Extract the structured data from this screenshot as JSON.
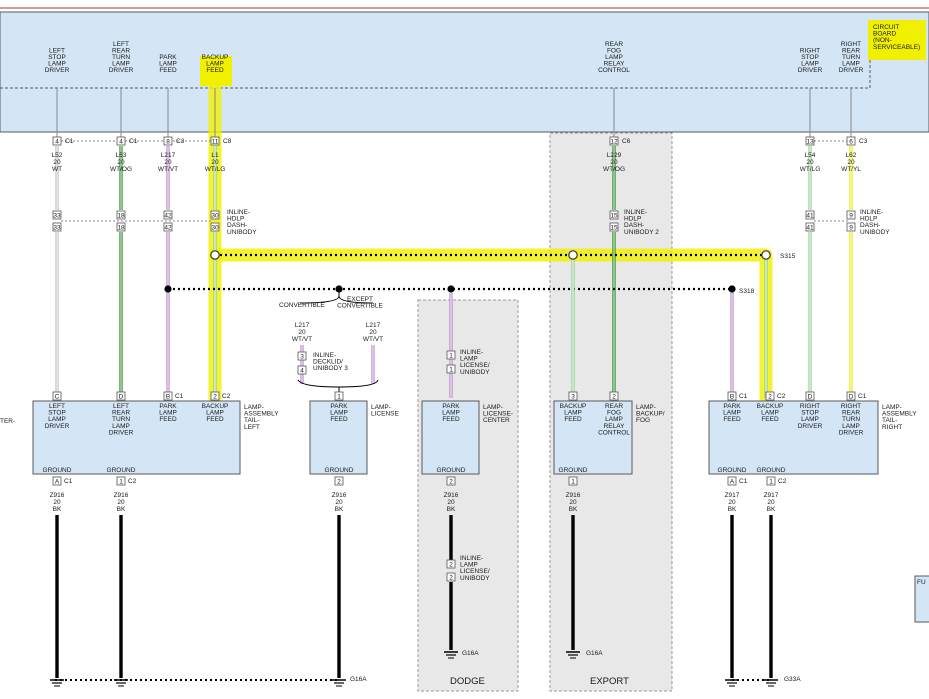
{
  "diagram": {
    "colors": {
      "module": "#d4e6f6",
      "module_border": "#5a5a5a",
      "highlight": "#f0f000",
      "option_region": "#e8e8e8",
      "wire_wt": "#bdbdbd",
      "wire_og": "#1f8a1f",
      "wire_vt": "#b784c8",
      "wire_lg": "#8fd08f",
      "wire_yl": "#e8e800",
      "wire_bk": "#000000"
    },
    "board": {
      "label": [
        "CIRCUIT",
        "BOARD",
        "(NON-",
        "SERVICEABLE)"
      ],
      "pins": [
        {
          "label": [
            "LEFT",
            "STOP",
            "LAMP",
            "DRIVER"
          ],
          "pin": "4",
          "conn": "C1",
          "circuit": [
            "L52",
            "20",
            "WT"
          ],
          "color": "wt",
          "inline1": "33",
          "inline2": "33"
        },
        {
          "label": [
            "LEFT",
            "REAR",
            "TURN",
            "LAMP",
            "DRIVER"
          ],
          "pin": "4",
          "conn": "C1",
          "circuit": [
            "L63",
            "20",
            "WT/OG"
          ],
          "color": "og",
          "inline1": "18",
          "inline2": "18"
        },
        {
          "label": [
            "PARK",
            "LAMP",
            "FEED"
          ],
          "pin": "8",
          "conn": "C3",
          "circuit": [
            "L217",
            "20",
            "WT/VT"
          ],
          "color": "vt",
          "inline1": "42",
          "inline2": "42"
        },
        {
          "label": [
            "BACKUP",
            "LAMP",
            "FEED"
          ],
          "pin": "11",
          "conn": "C8",
          "circuit": [
            "L1",
            "20",
            "WT/LG"
          ],
          "color": "lg",
          "inline1": "30",
          "inline2": "30"
        },
        {
          "label": [
            "REAR",
            "FOG",
            "LAMP",
            "RELAY",
            "CONTROL"
          ],
          "pin": "12",
          "conn": "C6",
          "circuit": [
            "L229",
            "20",
            "WT/OG"
          ],
          "color": "og",
          "inline1": "15",
          "inline2": "15"
        },
        {
          "label": [
            "RIGHT",
            "STOP",
            "LAMP",
            "DRIVER"
          ],
          "pin": "13",
          "conn": "",
          "circuit": [
            "L54",
            "20",
            "WT/LG"
          ],
          "color": "lg",
          "inline1": "41",
          "inline2": "41"
        },
        {
          "label": [
            "RIGHT",
            "REAR",
            "TURN",
            "LAMP",
            "DRIVER"
          ],
          "pin": "6",
          "conn": "C3",
          "circuit": [
            "L62",
            "20",
            "WT/YL"
          ],
          "color": "yl",
          "inline1": "9",
          "inline2": "9"
        }
      ]
    },
    "inline_left": [
      "INLINE-",
      "HDLP",
      "DASH-",
      "UNIBODY"
    ],
    "inline_right": [
      "INLINE-",
      "HDLP",
      "DASH-",
      "UNIBODY 2"
    ],
    "inline_right2": [
      "INLINE-",
      "HDLP",
      "DASH-",
      "UNIBODY"
    ],
    "inline_decklid": [
      "INLINE-",
      "DECKLID/",
      "UNIBODY 3"
    ],
    "inline_license": [
      "INLINE-",
      "LAMP",
      "LICENSE/",
      "UNIBODY"
    ],
    "splice_backup": "S315",
    "splice_park": "S318",
    "convertible": "CONVERTIBLE",
    "except_convertible": [
      "EXCEPT",
      "CONVERTIBLE"
    ],
    "conv_circuit": [
      "L217",
      "20",
      "WT/VT"
    ],
    "decklid_pins": [
      "3",
      "4"
    ],
    "license_pins": [
      "1",
      "1"
    ],
    "license_lower_pins": [
      "2",
      "2"
    ],
    "regions": {
      "dodge": "DODGE",
      "export": "EXPORT"
    },
    "modules": [
      {
        "name": [
          "LAMP-",
          "ASSEMBLY",
          "TAIL-",
          "LEFT"
        ],
        "pins": [
          {
            "pin": "C",
            "label": [
              "LEFT",
              "STOP",
              "LAMP",
              "DRIVER"
            ]
          },
          {
            "pin": "D",
            "label": [
              "LEFT",
              "REAR",
              "TURN",
              "LAMP",
              "DRIVER"
            ]
          },
          {
            "pin": "B",
            "conn": "C1",
            "label": [
              "PARK",
              "LAMP",
              "FEED"
            ]
          },
          {
            "pin": "2",
            "conn": "C2",
            "label": [
              "BACKUP",
              "LAMP",
              "FEED"
            ]
          }
        ],
        "grounds": [
          {
            "label": "GROUND",
            "pin": "A",
            "conn": "C1",
            "circuit": [
              "Z916",
              "20",
              "BK"
            ]
          },
          {
            "label": "GROUND",
            "pin": "1",
            "conn": "C2",
            "circuit": [
              "Z916",
              "20",
              "BK"
            ]
          }
        ]
      },
      {
        "name": [
          "LAMP-",
          "LICENSE"
        ],
        "pins": [
          {
            "pin": "1",
            "label": [
              "PARK",
              "LAMP",
              "FEED"
            ]
          }
        ],
        "grounds": [
          {
            "label": "GROUND",
            "pin": "2",
            "circuit": [
              "Z916",
              "20",
              "BK"
            ]
          }
        ]
      },
      {
        "name": [
          "LAMP-",
          "LICENSE-",
          "CENTER"
        ],
        "pins": [
          {
            "pin": "",
            "label": [
              "PARK",
              "LAMP",
              "FEED"
            ]
          }
        ],
        "grounds": [
          {
            "label": "GROUND",
            "pin": "2",
            "circuit": [
              "Z916",
              "20",
              "BK"
            ]
          }
        ]
      },
      {
        "name": [
          "LAMP-",
          "BACKUP/",
          "FOG"
        ],
        "pins": [
          {
            "pin": "3",
            "label": [
              "BACKUP",
              "LAMP",
              "FEED"
            ]
          },
          {
            "pin": "2",
            "label": [
              "REAR",
              "FOG",
              "LAMP",
              "RELAY",
              "CONTROL"
            ]
          }
        ],
        "grounds": [
          {
            "label": "GROUND",
            "pin": "1",
            "circuit": [
              "Z916",
              "20",
              "BK"
            ]
          }
        ]
      },
      {
        "name": [
          "LAMP-",
          "ASSEMBLY",
          "TAIL-",
          "RIGHT"
        ],
        "pins": [
          {
            "pin": "B",
            "conn": "C1",
            "label": [
              "PARK",
              "LAMP",
              "FEED"
            ]
          },
          {
            "pin": "2",
            "conn": "C2",
            "label": [
              "BACKUP",
              "LAMP",
              "FEED"
            ]
          },
          {
            "pin": "D",
            "label": [
              "RIGHT",
              "STOP",
              "LAMP",
              "DRIVER"
            ]
          },
          {
            "pin": "D",
            "conn": "C1",
            "label": [
              "RIGHT",
              "REAR",
              "TURN",
              "LAMP",
              "DRIVER"
            ]
          }
        ],
        "grounds": [
          {
            "label": "GROUND",
            "pin": "A",
            "conn": "C1",
            "circuit": [
              "Z917",
              "20",
              "BK"
            ]
          },
          {
            "label": "GROUND",
            "pin": "1",
            "conn": "C2",
            "circuit": [
              "Z917",
              "20",
              "BK"
            ]
          }
        ]
      }
    ],
    "ground_points": {
      "left": "G16A",
      "dodge": "G16A",
      "export": "G16A",
      "right": "G33A"
    },
    "edge_left": "TER-",
    "edge_right": "FU"
  }
}
